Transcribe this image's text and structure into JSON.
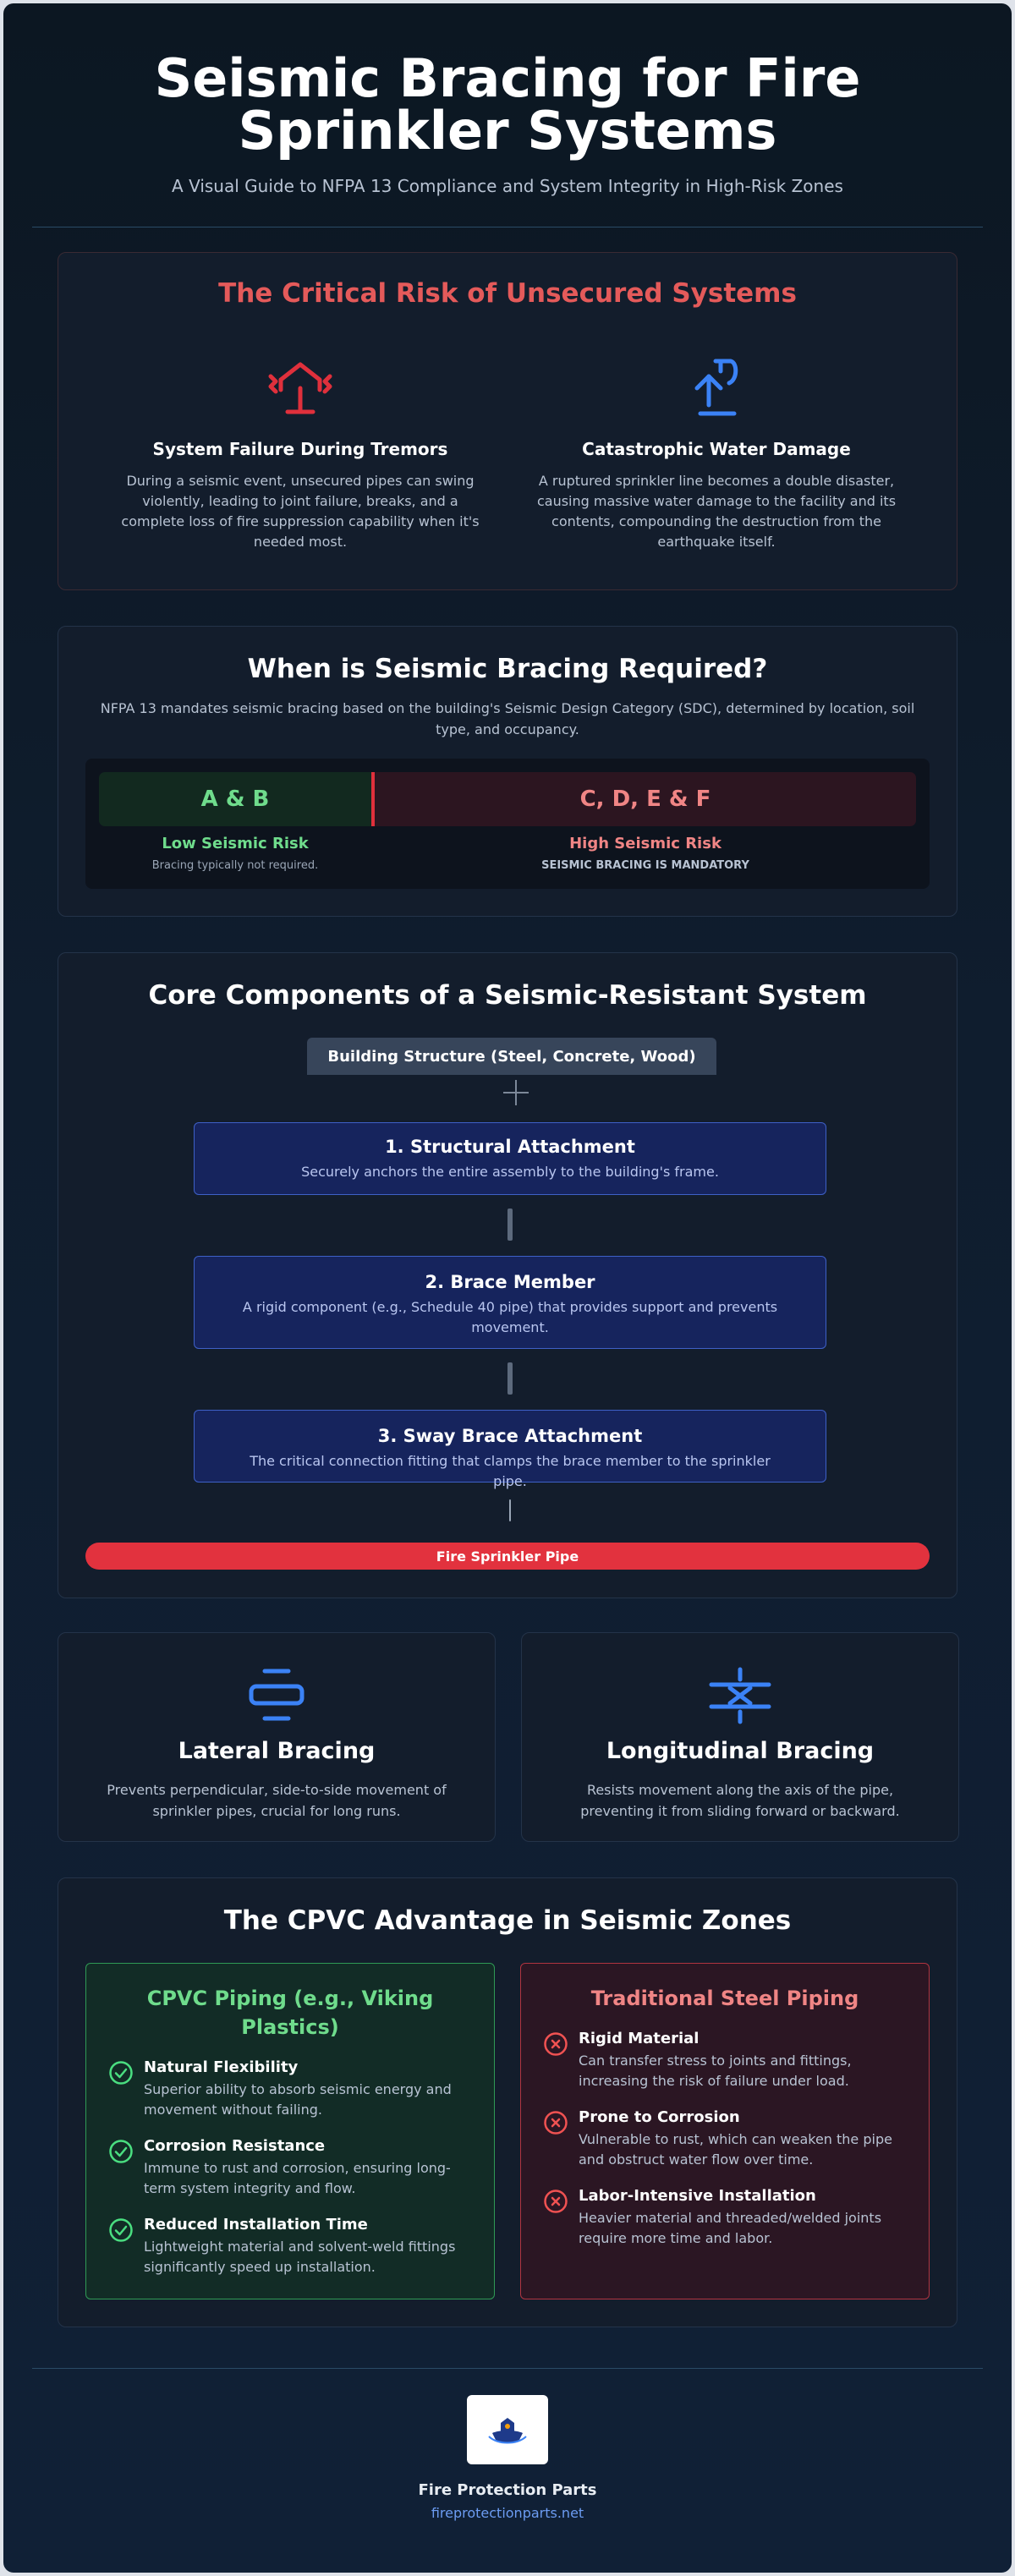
{
  "header": {
    "title": "Seismic Bracing for Fire Sprinkler Systems",
    "subtitle": "A Visual Guide to NFPA 13 Compliance and System Integrity in High-Risk Zones"
  },
  "risk": {
    "title": "The Critical Risk of Unsecured Systems",
    "items": [
      {
        "icon": "building-shaking-icon",
        "title": "System Failure During Tremors",
        "text": "During a seismic event, unsecured pipes can swing violently, leading to joint failure, breaks, and a complete loss of fire suppression capability when it's needed most."
      },
      {
        "icon": "water-burst-icon",
        "title": "Catastrophic Water Damage",
        "text": "A ruptured sprinkler line becomes a double disaster, causing massive water damage to the facility and its contents, compounding the destruction from the earthquake itself."
      }
    ],
    "accent": "#e45a5a"
  },
  "required": {
    "title": "When is Seismic Bracing Required?",
    "text": "NFPA 13 mandates seismic bracing based on the building's Seismic Design Category (SDC), determined by location, soil type, and occupancy.",
    "low": {
      "categories": "A & B",
      "label": "Low Seismic Risk",
      "note": "Bracing typically not required.",
      "color": "#6fdc8c"
    },
    "high": {
      "categories": "C, D, E & F",
      "label": "High Seismic Risk",
      "note": "SEISMIC BRACING IS MANDATORY",
      "color": "#f08585"
    }
  },
  "core": {
    "title": "Core Components of a Seismic-Resistant System",
    "structure": "Building Structure (Steel, Concrete, Wood)",
    "components": [
      {
        "title": "1. Structural Attachment",
        "text": "Securely anchors the entire assembly to the building's frame."
      },
      {
        "title": "2. Brace Member",
        "text": "A rigid component (e.g., Schedule 40 pipe) that provides support and prevents movement."
      },
      {
        "title": "3. Sway Brace Attachment",
        "text": "The critical connection fitting that clamps the brace member to the sprinkler pipe."
      }
    ],
    "pipe": "Fire Sprinkler Pipe"
  },
  "bracing": [
    {
      "icon": "lateral-bracing-icon",
      "title": "Lateral Bracing",
      "text": "Prevents perpendicular, side-to-side movement of sprinkler pipes, crucial for long runs."
    },
    {
      "icon": "longitudinal-bracing-icon",
      "title": "Longitudinal Bracing",
      "text": "Resists movement along the axis of the pipe, preventing it from sliding forward or backward."
    }
  ],
  "cpvc": {
    "title": "The CPVC Advantage in Seismic Zones",
    "good": {
      "title": "CPVC Piping (e.g., Viking Plastics)",
      "items": [
        {
          "title": "Natural Flexibility",
          "text": "Superior ability to absorb seismic energy and movement without failing."
        },
        {
          "title": "Corrosion Resistance",
          "text": "Immune to rust and corrosion, ensuring long-term system integrity and flow."
        },
        {
          "title": "Reduced Installation Time",
          "text": "Lightweight material and solvent-weld fittings significantly speed up installation."
        }
      ]
    },
    "bad": {
      "title": "Traditional Steel Piping",
      "items": [
        {
          "title": "Rigid Material",
          "text": "Can transfer stress to joints and fittings, increasing the risk of failure under load."
        },
        {
          "title": "Prone to Corrosion",
          "text": "Vulnerable to rust, which can weaken the pipe and obstruct water flow over time."
        },
        {
          "title": "Labor-Intensive Installation",
          "text": "Heavier material and threaded/welded joints require more time and labor."
        }
      ]
    }
  },
  "footer": {
    "brand": "Fire Protection Parts",
    "url": "fireprotectionparts.net"
  }
}
